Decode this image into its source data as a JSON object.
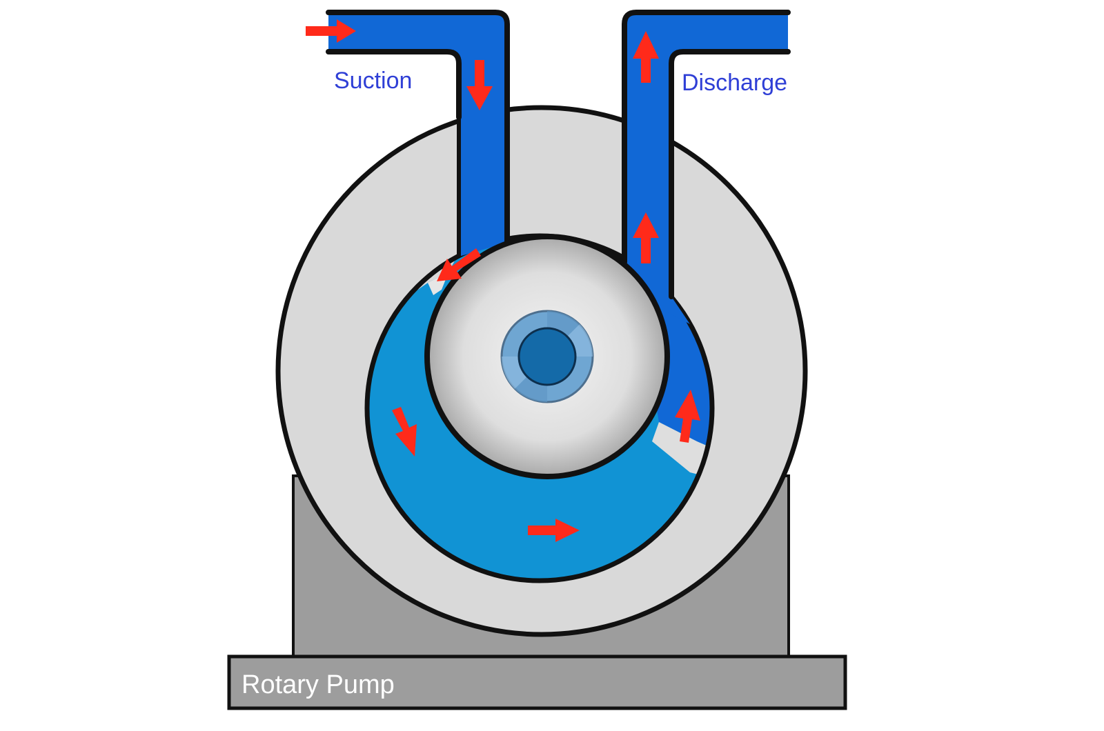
{
  "diagram": {
    "title": "Rotary Pump",
    "labels": {
      "suction": "Suction",
      "discharge": "Discharge",
      "base": "Rotary Pump"
    },
    "components": [
      "suction-pipe",
      "discharge-pipe",
      "pump-casing",
      "pump-chamber",
      "rotor",
      "rotor-shaft-hub",
      "pump-stand",
      "pump-base"
    ],
    "flow_arrows": [
      {
        "location": "suction-inlet",
        "direction": "right"
      },
      {
        "location": "suction-pipe",
        "direction": "down"
      },
      {
        "location": "chamber-entry",
        "direction": "down-left"
      },
      {
        "location": "chamber-left",
        "direction": "down-right"
      },
      {
        "location": "chamber-bottom",
        "direction": "right"
      },
      {
        "location": "chamber-right",
        "direction": "up"
      },
      {
        "location": "discharge-pipe-lower",
        "direction": "up"
      },
      {
        "location": "discharge-pipe-upper",
        "direction": "up"
      }
    ],
    "colors": {
      "pipe_fluid": "#1168d6",
      "chamber_fluid": "#1193d4",
      "casing": "#d9d9d9",
      "stand": "#9d9d9d",
      "outline": "#111111",
      "arrow": "#ff2a1a",
      "label_text": "#2f3fd6",
      "hub_outer": "#6fa6d2",
      "hub_inner": "#146aa8"
    }
  }
}
